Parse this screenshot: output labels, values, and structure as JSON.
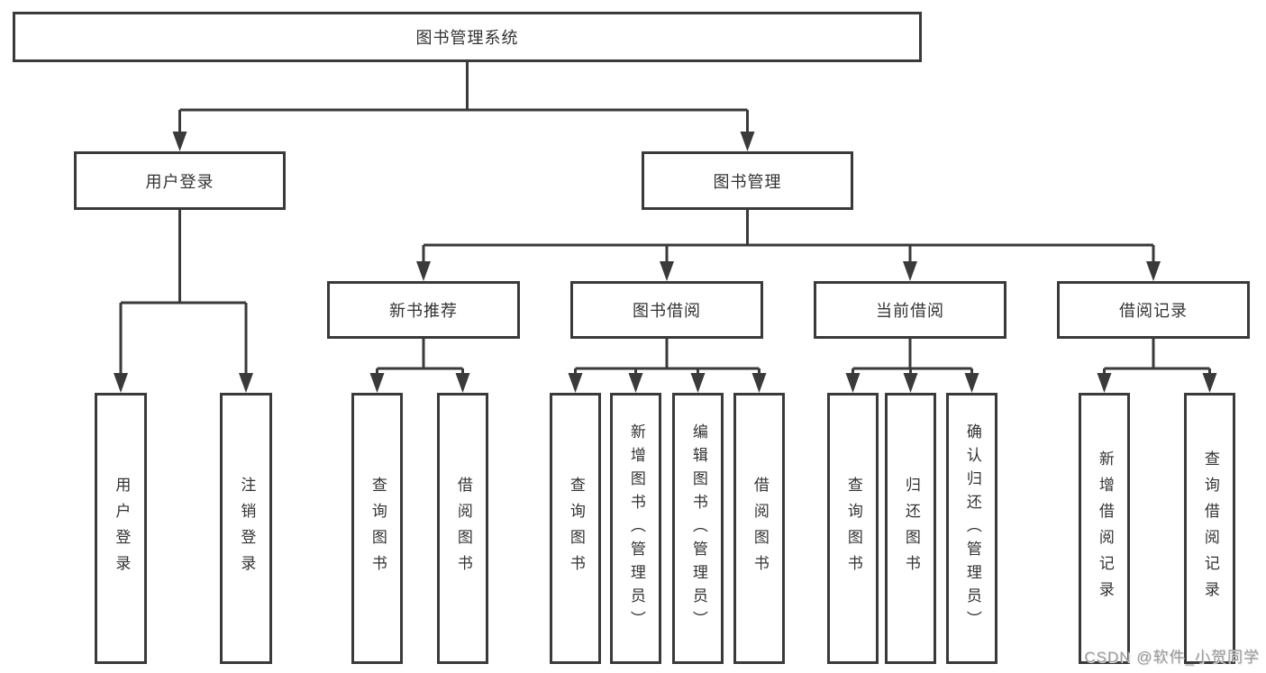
{
  "diagram": {
    "root": "图书管理系统",
    "branches": [
      {
        "label": "用户登录",
        "leaves": [
          "用户登录",
          "注销登录"
        ]
      },
      {
        "label": "图书管理",
        "sections": [
          {
            "label": "新书推荐",
            "leaves": [
              "查询图书",
              "借阅图书"
            ]
          },
          {
            "label": "图书借阅",
            "leaves": [
              "查询图书",
              "新增图书（管理员）",
              "编辑图书（管理员）",
              "借阅图书"
            ]
          },
          {
            "label": "当前借阅",
            "leaves": [
              "查询图书",
              "归还图书",
              "确认归还（管理员）"
            ]
          },
          {
            "label": "借阅记录",
            "leaves": [
              "新增借阅记录",
              "查询借阅记录"
            ]
          }
        ]
      }
    ]
  },
  "watermark": {
    "text": "CSDN @软件_小贺同学"
  },
  "colors": {
    "line": "#3a3a3a",
    "text": "#333333",
    "watermark": "#9c9c9c",
    "background": "#ffffff"
  }
}
